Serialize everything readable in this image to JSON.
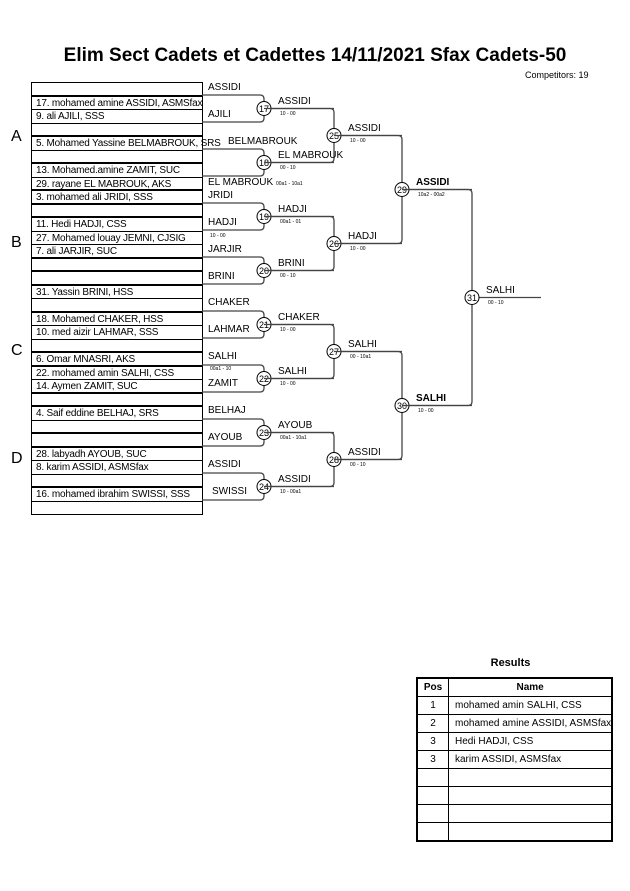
{
  "header": {
    "title": "Elim Sect Cadets et Cadettes  14/11/2021  Sfax   Cadets-50",
    "competitors": "Competitors: 19"
  },
  "pools": [
    "A",
    "B",
    "C",
    "D"
  ],
  "entries": [
    "",
    "17. mohamed amine ASSIDI, ASMSfax",
    "9. ali AJILI, SSS",
    "",
    "5. Mohamed Yassine BELMABROUK, SRS",
    "",
    "13. Mohamed.amine ZAMIT, SUC",
    "29. rayane EL MABROUK, AKS",
    "3. mohamed ali JRIDI, SSS",
    "",
    "11. Hedi HADJI, CSS",
    "27. Mohamed louay JEMNI, CJSIG",
    "7. ali JARJIR, SUC",
    "",
    "",
    "31. Yassin BRINI, HSS",
    "",
    "18. Mohamed CHAKER, HSS",
    "10. med aizir LAHMAR, SSS",
    "",
    "6. Omar MNASRI, AKS",
    "22. mohamed amin SALHI, CSS",
    "14. Aymen ZAMIT, SUC",
    "",
    "4. Saif eddine BELHAJ, SRS",
    "",
    "",
    "28. labyadh AYOUB, SUC",
    "8. karim ASSIDI, ASMSfax",
    "",
    "16. mohamed ibrahim SWISSI, SSS",
    ""
  ],
  "first_round_labels": [
    "ASSIDI",
    "AJILI",
    "BELMABROUK",
    "EL MABROUK",
    "JRIDI",
    "HADJI",
    "JARJIR",
    "BRINI",
    "CHAKER",
    "LAHMAR",
    "SALHI",
    "ZAMIT",
    "BELHAJ",
    "AYOUB",
    "ASSIDI",
    "SWISSI"
  ],
  "preliminary_scores": [
    "00a1 - 10a1",
    "10 - 00",
    "00a1 - 10"
  ],
  "matches": [
    {
      "no": "17",
      "winner": "ASSIDI",
      "score": "10 - 00"
    },
    {
      "no": "18",
      "winner": "EL MABROUK",
      "score": "00 - 10"
    },
    {
      "no": "19",
      "winner": "HADJI",
      "score": "00a1 - 01"
    },
    {
      "no": "20",
      "winner": "BRINI",
      "score": "00 - 10"
    },
    {
      "no": "21",
      "winner": "CHAKER",
      "score": "10 - 00"
    },
    {
      "no": "22",
      "winner": "SALHI",
      "score": "10 - 00"
    },
    {
      "no": "23",
      "winner": "AYOUB",
      "score": "00a1 - 10a1"
    },
    {
      "no": "24",
      "winner": "ASSIDI",
      "score": "10 - 00a1"
    },
    {
      "no": "25",
      "winner": "ASSIDI",
      "score": "10 - 00"
    },
    {
      "no": "26",
      "winner": "HADJI",
      "score": "10 - 00"
    },
    {
      "no": "27",
      "winner": "SALHI",
      "score": "00 - 10a1"
    },
    {
      "no": "28",
      "winner": "ASSIDI",
      "score": "00 - 10"
    },
    {
      "no": "29",
      "winner": "ASSIDI",
      "score": "10a2 - 00a2"
    },
    {
      "no": "30",
      "winner": "SALHI",
      "score": "10 - 00"
    },
    {
      "no": "31",
      "winner": "SALHI",
      "score": "00 - 10"
    }
  ],
  "results": {
    "title": "Results",
    "headers": [
      "Pos",
      "Name"
    ],
    "rows": [
      {
        "pos": "1",
        "name": "mohamed amin SALHI, CSS"
      },
      {
        "pos": "2",
        "name": "mohamed amine ASSIDI, ASMSfax"
      },
      {
        "pos": "3",
        "name": "Hedi HADJI, CSS"
      },
      {
        "pos": "3",
        "name": "karim ASSIDI, ASMSfax"
      },
      {
        "pos": "",
        "name": ""
      },
      {
        "pos": "",
        "name": ""
      },
      {
        "pos": "",
        "name": ""
      },
      {
        "pos": "",
        "name": ""
      }
    ]
  }
}
